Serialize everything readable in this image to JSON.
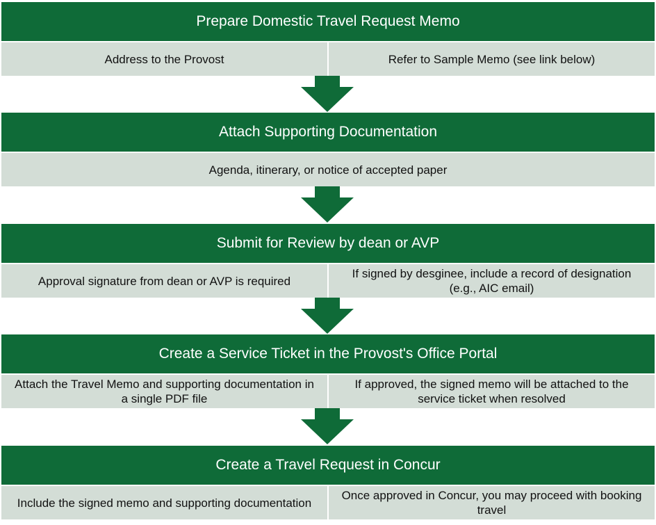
{
  "colors": {
    "header_bg": "#0f6b38",
    "detail_bg": "#d3ddd6",
    "arrow": "#0f6b38"
  },
  "steps": [
    {
      "title": "Prepare Domestic Travel Request Memo",
      "details": [
        "Address to the Provost",
        "Refer to Sample Memo (see link below)"
      ]
    },
    {
      "title": "Attach Supporting Documentation",
      "details": [
        "Agenda, itinerary, or notice of accepted paper"
      ]
    },
    {
      "title": "Submit for Review by dean or AVP",
      "details": [
        "Approval signature from dean or AVP is required",
        "If signed by desginee, include a record of designation (e.g., AIC email)"
      ]
    },
    {
      "title": "Create a Service Ticket in the Provost's Office Portal",
      "details": [
        "Attach the Travel Memo and supporting documentation in a single PDF file",
        "If approved, the signed memo will be attached to the service ticket when resolved"
      ]
    },
    {
      "title": "Create a Travel Request in Concur",
      "details": [
        "Include the signed memo and supporting documentation",
        "Once approved in Concur, you may proceed with booking travel"
      ]
    }
  ]
}
